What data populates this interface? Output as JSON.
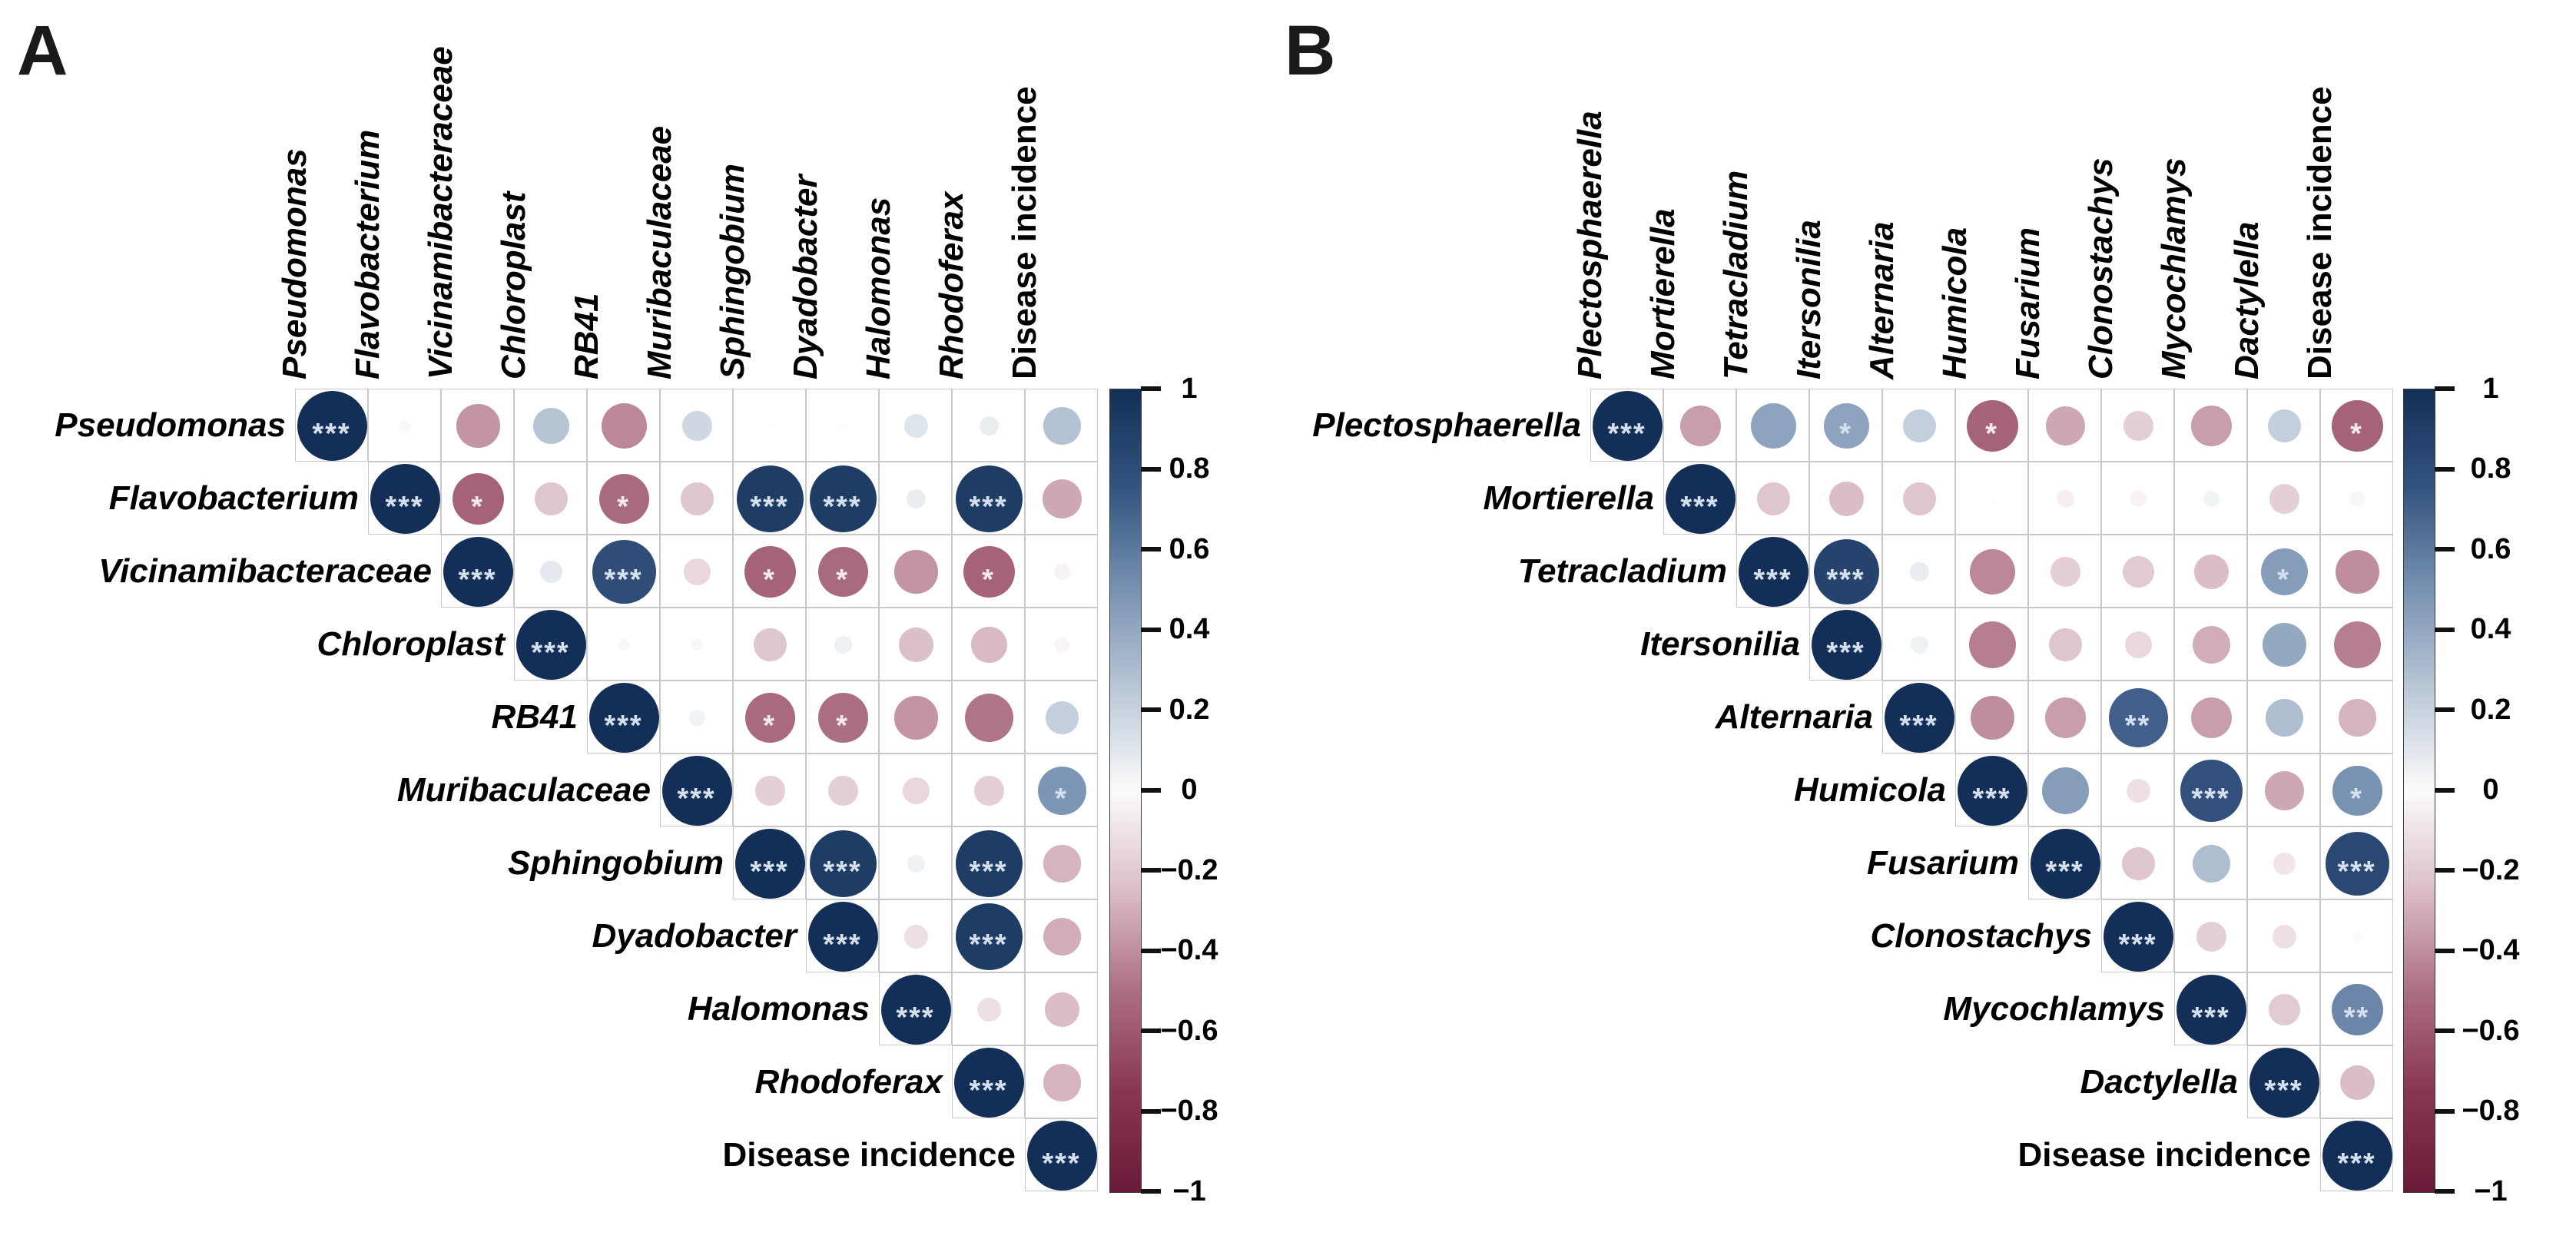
{
  "figure": {
    "background": "#ffffff",
    "palette": {
      "positive_max": "#132f56",
      "negative_max": "#6a1938",
      "zero": "#ffffff",
      "grid_line": "#c9c9c9",
      "star_on_positive": "#d5e0ec",
      "star_on_negative": "#f4ebee",
      "text": "#000000"
    },
    "panels": [
      {
        "letter": "A"
      },
      {
        "letter": "B"
      }
    ],
    "colorbar_ticks": [
      "1",
      "0.8",
      "0.6",
      "0.4",
      "0.2",
      "0",
      "−0.2",
      "−0.4",
      "−0.6",
      "−0.8",
      "−1"
    ]
  },
  "chart_data": [
    {
      "type": "heatmap",
      "subtype": "upper-triangle-correlation-circles",
      "panel": "A",
      "title": "Bacterial taxa vs Disease incidence correlations",
      "labels": [
        "Pseudomonas",
        "Flavobacterium",
        "Vicinamibacteraceae",
        "Chloroplast",
        "RB41",
        "Muribaculaceae",
        "Sphingobium",
        "Dyadobacter",
        "Halomonas",
        "Rhodoferax",
        "Disease incidence"
      ],
      "italic_labels": [
        true,
        true,
        true,
        true,
        true,
        true,
        true,
        true,
        true,
        true,
        false
      ],
      "colorbar": {
        "min": -1,
        "max": 1,
        "ticks": [
          1,
          0.8,
          0.6,
          0.4,
          0.2,
          0,
          -0.2,
          -0.4,
          -0.6,
          -0.8,
          -1
        ]
      },
      "values": [
        [
          1.0,
          0.03,
          -0.38,
          0.27,
          -0.42,
          0.18,
          0.01,
          0.01,
          0.12,
          0.08,
          0.28
        ],
        [
          null,
          1.0,
          -0.55,
          -0.22,
          -0.52,
          -0.22,
          0.92,
          0.92,
          0.08,
          0.92,
          -0.32
        ],
        [
          null,
          null,
          1.0,
          0.1,
          0.82,
          -0.15,
          -0.55,
          -0.52,
          -0.38,
          -0.55,
          -0.05
        ],
        [
          null,
          null,
          null,
          1.0,
          0.03,
          0.03,
          -0.22,
          0.06,
          -0.24,
          -0.26,
          -0.04
        ],
        [
          null,
          null,
          null,
          null,
          1.0,
          0.05,
          -0.52,
          -0.5,
          -0.38,
          -0.48,
          0.22
        ],
        [
          null,
          null,
          null,
          null,
          null,
          1.0,
          -0.18,
          -0.18,
          -0.15,
          -0.18,
          0.48
        ],
        [
          null,
          null,
          null,
          null,
          null,
          null,
          1.0,
          0.92,
          0.06,
          0.92,
          -0.28
        ],
        [
          null,
          null,
          null,
          null,
          null,
          null,
          null,
          1.0,
          -0.12,
          0.92,
          -0.3
        ],
        [
          null,
          null,
          null,
          null,
          null,
          null,
          null,
          null,
          1.0,
          -0.12,
          -0.25
        ],
        [
          null,
          null,
          null,
          null,
          null,
          null,
          null,
          null,
          null,
          1.0,
          -0.28
        ],
        [
          null,
          null,
          null,
          null,
          null,
          null,
          null,
          null,
          null,
          null,
          1.0
        ]
      ],
      "significance": [
        [
          "***",
          "",
          "",
          "",
          "",
          "",
          "",
          "",
          "",
          "",
          ""
        ],
        [
          "",
          "***",
          "*",
          "",
          "*",
          "",
          "***",
          "***",
          "",
          "***",
          ""
        ],
        [
          "",
          "",
          "***",
          "",
          "***",
          "",
          "*",
          "*",
          "",
          "*",
          ""
        ],
        [
          "",
          "",
          "",
          "***",
          "",
          "",
          "",
          "",
          "",
          "",
          ""
        ],
        [
          "",
          "",
          "",
          "",
          "***",
          "",
          "*",
          "*",
          "",
          "",
          ""
        ],
        [
          "",
          "",
          "",
          "",
          "",
          "***",
          "",
          "",
          "",
          "",
          "*"
        ],
        [
          "",
          "",
          "",
          "",
          "",
          "",
          "***",
          "***",
          "",
          "***",
          ""
        ],
        [
          "",
          "",
          "",
          "",
          "",
          "",
          "",
          "***",
          "",
          "***",
          ""
        ],
        [
          "",
          "",
          "",
          "",
          "",
          "",
          "",
          "",
          "***",
          "",
          ""
        ],
        [
          "",
          "",
          "",
          "",
          "",
          "",
          "",
          "",
          "",
          "***",
          ""
        ],
        [
          "",
          "",
          "",
          "",
          "",
          "",
          "",
          "",
          "",
          "",
          "***"
        ]
      ]
    },
    {
      "type": "heatmap",
      "subtype": "upper-triangle-correlation-circles",
      "panel": "B",
      "title": "Fungal taxa vs Disease incidence correlations",
      "labels": [
        "Plectosphaerella",
        "Mortierella",
        "Tetracladium",
        "Itersonilia",
        "Alternaria",
        "Humicola",
        "Fusarium",
        "Clonostachys",
        "Mycochlamys",
        "Dactylella",
        "Disease incidence"
      ],
      "italic_labels": [
        true,
        true,
        true,
        true,
        true,
        true,
        true,
        true,
        true,
        true,
        false
      ],
      "colorbar": {
        "min": -1,
        "max": 1,
        "ticks": [
          1,
          0.8,
          0.6,
          0.4,
          0.2,
          0,
          -0.2,
          -0.4,
          -0.6,
          -0.8,
          -1
        ]
      },
      "values": [
        [
          1.0,
          -0.35,
          0.42,
          0.42,
          0.22,
          -0.55,
          -0.32,
          -0.18,
          -0.35,
          0.22,
          -0.55
        ],
        [
          null,
          1.0,
          -0.22,
          -0.25,
          -0.22,
          0.01,
          -0.06,
          -0.05,
          0.05,
          -0.18,
          -0.04
        ],
        [
          null,
          null,
          1.0,
          0.88,
          0.08,
          -0.42,
          -0.18,
          -0.2,
          -0.25,
          0.45,
          -0.4
        ],
        [
          null,
          null,
          null,
          1.0,
          0.06,
          -0.45,
          -0.22,
          -0.15,
          -0.3,
          0.4,
          -0.45
        ],
        [
          null,
          null,
          null,
          null,
          1.0,
          -0.4,
          -0.35,
          0.72,
          -0.35,
          0.3,
          -0.28
        ],
        [
          null,
          null,
          null,
          null,
          null,
          1.0,
          0.45,
          -0.12,
          0.8,
          -0.32,
          0.5
        ],
        [
          null,
          null,
          null,
          null,
          null,
          null,
          1.0,
          -0.22,
          0.3,
          -0.1,
          0.85
        ],
        [
          null,
          null,
          null,
          null,
          null,
          null,
          null,
          1.0,
          -0.18,
          -0.12,
          0.02
        ],
        [
          null,
          null,
          null,
          null,
          null,
          null,
          null,
          null,
          1.0,
          -0.2,
          0.55
        ],
        [
          null,
          null,
          null,
          null,
          null,
          null,
          null,
          null,
          null,
          1.0,
          -0.25
        ],
        [
          null,
          null,
          null,
          null,
          null,
          null,
          null,
          null,
          null,
          null,
          1.0
        ]
      ],
      "significance": [
        [
          "***",
          "",
          "",
          "*",
          "",
          "*",
          "",
          "",
          "",
          "",
          "*"
        ],
        [
          "",
          "***",
          "",
          "",
          "",
          "",
          "",
          "",
          "",
          "",
          ""
        ],
        [
          "",
          "",
          "***",
          "***",
          "",
          "",
          "",
          "",
          "",
          "*",
          ""
        ],
        [
          "",
          "",
          "",
          "***",
          "",
          "",
          "",
          "",
          "",
          "",
          ""
        ],
        [
          "",
          "",
          "",
          "",
          "***",
          "",
          "",
          "**",
          "",
          "",
          ""
        ],
        [
          "",
          "",
          "",
          "",
          "",
          "***",
          "",
          "",
          "***",
          "",
          "*"
        ],
        [
          "",
          "",
          "",
          "",
          "",
          "",
          "***",
          "",
          "",
          "",
          "***"
        ],
        [
          "",
          "",
          "",
          "",
          "",
          "",
          "",
          "***",
          "",
          "",
          ""
        ],
        [
          "",
          "",
          "",
          "",
          "",
          "",
          "",
          "",
          "***",
          "",
          "**"
        ],
        [
          "",
          "",
          "",
          "",
          "",
          "",
          "",
          "",
          "",
          "***",
          ""
        ],
        [
          "",
          "",
          "",
          "",
          "",
          "",
          "",
          "",
          "",
          "",
          "***"
        ]
      ]
    }
  ]
}
